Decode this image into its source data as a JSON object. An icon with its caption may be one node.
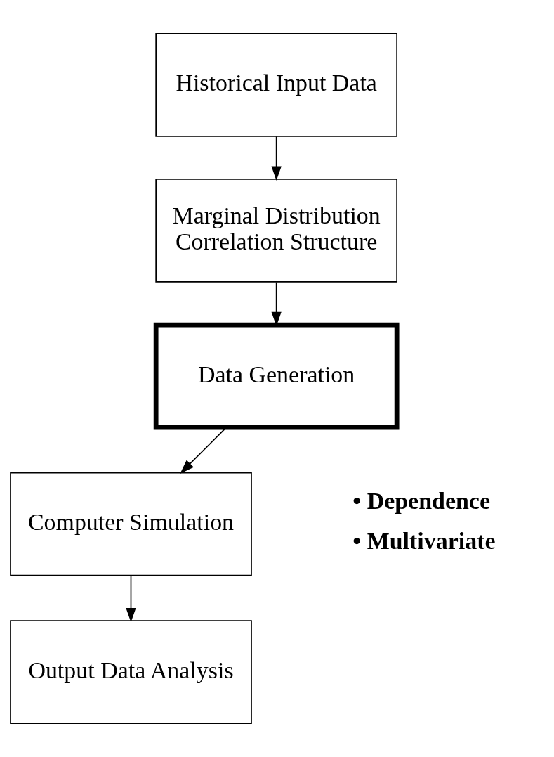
{
  "diagram": {
    "nodes": [
      {
        "text": [
          "Historical Input Data"
        ]
      },
      {
        "text": [
          "Marginal Distribution Correlation Structure"
        ]
      },
      {
        "text": [
          "Data Generation"
        ]
      },
      {
        "text": [
          "Computer Simulation"
        ]
      },
      {
        "text": [
          "Output Data Analysis"
        ]
      }
    ],
    "edges": [
      {
        "from": 0,
        "to": 1,
        "arrow": "to"
      },
      {
        "from": 1,
        "to": 2,
        "arrow": "to"
      },
      {
        "from": 2,
        "to": 3,
        "arrow": "to"
      },
      {
        "from": 3,
        "to": 4,
        "arrow": "to"
      }
    ],
    "labels": [
      "• Dependence",
      "• Multivariate"
    ]
  }
}
